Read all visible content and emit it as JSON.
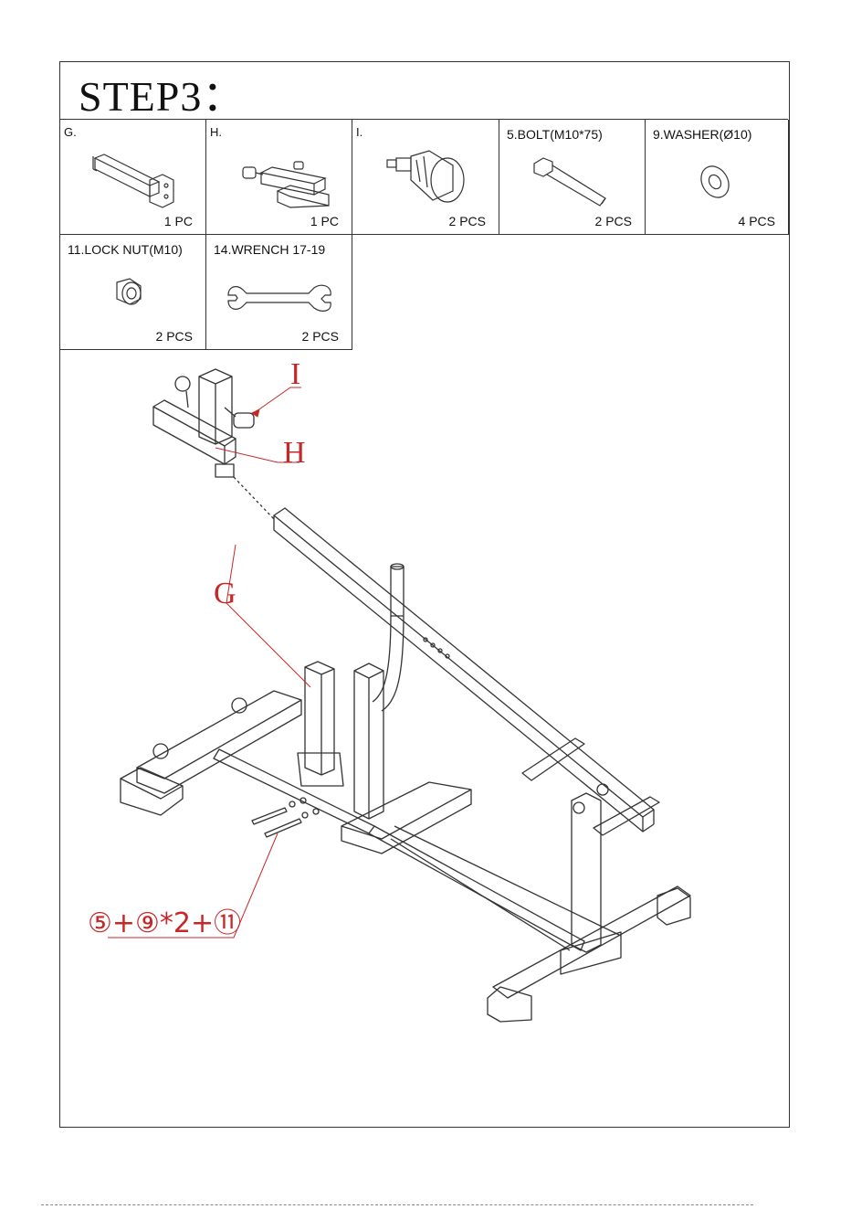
{
  "title": "STEP3：",
  "parts": [
    {
      "label": "G.",
      "qty": "1 PC"
    },
    {
      "label": "H.",
      "qty": "1 PC"
    },
    {
      "label": "I.",
      "qty": "2 PCS"
    },
    {
      "label": "5.BOLT(M10*75)",
      "qty": "2 PCS"
    },
    {
      "label": "9.WASHER(Ø10)",
      "qty": "4 PCS"
    },
    {
      "label": "11.LOCK NUT(M10)",
      "qty": "2 PCS"
    },
    {
      "label": "14.WRENCH 17-19",
      "qty": "2 PCS"
    }
  ],
  "callouts": {
    "i": "I",
    "h": "H",
    "g": "G",
    "hardware": "⑤+⑨*2+⑪"
  },
  "colors": {
    "callout": "#c62828",
    "line": "#333333"
  }
}
